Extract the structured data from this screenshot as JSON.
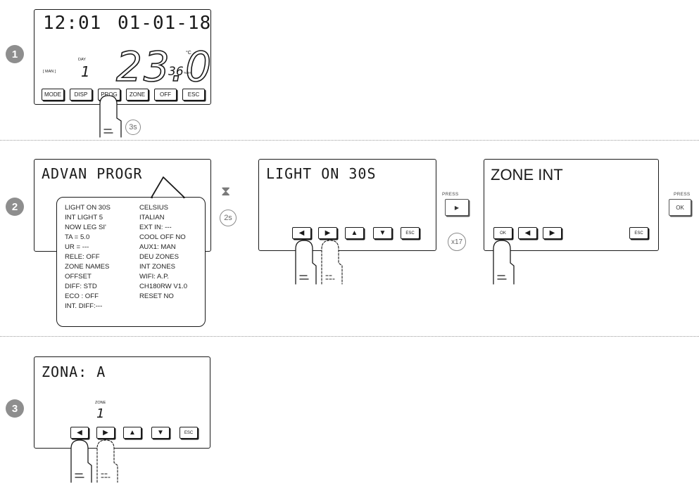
{
  "steps": [
    {
      "number": "1"
    },
    {
      "number": "2"
    },
    {
      "number": "3"
    }
  ],
  "step1": {
    "time": "12:01",
    "date": "01-01-18",
    "day_label": "DAY",
    "day_value": "1",
    "mode_label": "[ MAN ]",
    "temperature": "23.0",
    "temp_unit": "°C",
    "humidity": "36",
    "humidity_unit": "%RH",
    "buttons": [
      "MODE",
      "DISP",
      "PROG",
      "ZONE",
      "OFF",
      "ESC"
    ],
    "hold_time": "3s"
  },
  "step2": {
    "screen_title": "ADVAN PROGR",
    "menu_left": [
      "LIGHT ON 30S",
      "INT LIGHT 5",
      "NOW LEG SI'",
      "TA = 5.0",
      "UR = ---",
      "RELE: OFF",
      "ZONE NAMES",
      "OFFSET",
      "DIFF: STD",
      "ECO : OFF",
      "INT. DIFF:---"
    ],
    "menu_right": [
      "CELSIUS",
      "ITALIAN",
      "EXT IN: ---",
      "COOL OFF NO",
      "AUX1: MAN",
      "DEU ZONES",
      "INT ZONES",
      "WIFI: A.P.",
      "CH180RW V1.0",
      "RESET NO"
    ],
    "wait_time": "2s",
    "screen2_title": "LIGHT ON 30S",
    "screen2_esc": "ESC",
    "press_label": "PRESS",
    "press_repeat": "x17",
    "screen3_title": "ZONE INT",
    "screen3_ok": "OK",
    "screen3_esc": "ESC",
    "press_ok_label": "PRESS",
    "press_ok_key": "OK"
  },
  "step3": {
    "screen_title": "ZONA: A",
    "zone_label": "ZONE",
    "zone_value": "1",
    "esc": "ESC"
  },
  "icons": {
    "left": "◀",
    "right": "▶",
    "up": "▲",
    "down": "▼",
    "hourglass": "⧗"
  }
}
